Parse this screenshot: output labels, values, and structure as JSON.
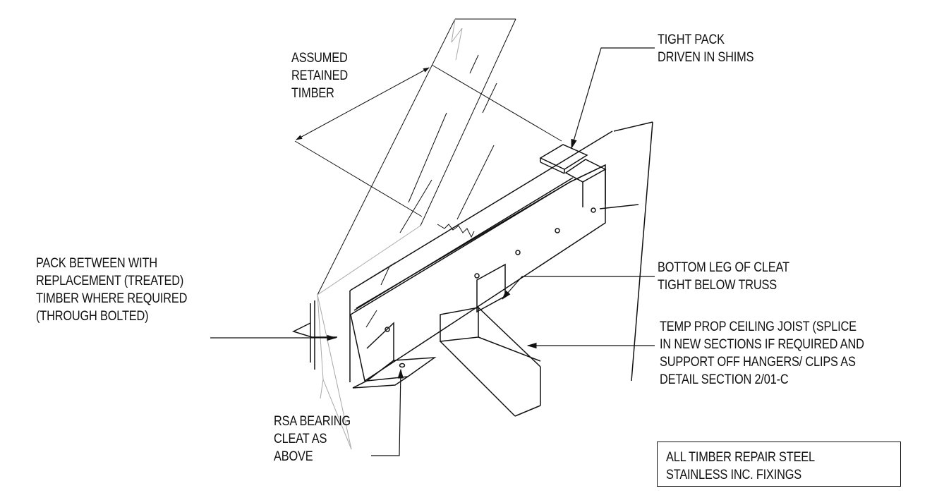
{
  "labels": {
    "assumed_retained": [
      "ASSUMED",
      "RETAINED",
      "TIMBER"
    ],
    "tight_pack": [
      "TIGHT PACK",
      "DRIVEN IN SHIMS"
    ],
    "pack_between": [
      "PACK BETWEEN WITH",
      "REPLACEMENT (TREATED)",
      "TIMBER WHERE REQUIRED",
      "(THROUGH BOLTED)"
    ],
    "bottom_leg": [
      "BOTTOM LEG OF CLEAT",
      "TIGHT BELOW TRUSS"
    ],
    "temp_prop": [
      "TEMP PROP CEILING JOIST (SPLICE",
      "IN NEW SECTIONS IF REQUIRED AND",
      "SUPPORT OFF HANGERS/ CLIPS AS",
      "DETAIL SECTION 2/01-C"
    ],
    "rsa_bearing": [
      "RSA BEARING",
      "CLEAT AS",
      "ABOVE"
    ]
  },
  "note": [
    "ALL TIMBER REPAIR STEEL",
    "STAINLESS INC. FIXINGS"
  ],
  "colors": {
    "line": "#111111",
    "ghost": "#9a9a9a"
  }
}
